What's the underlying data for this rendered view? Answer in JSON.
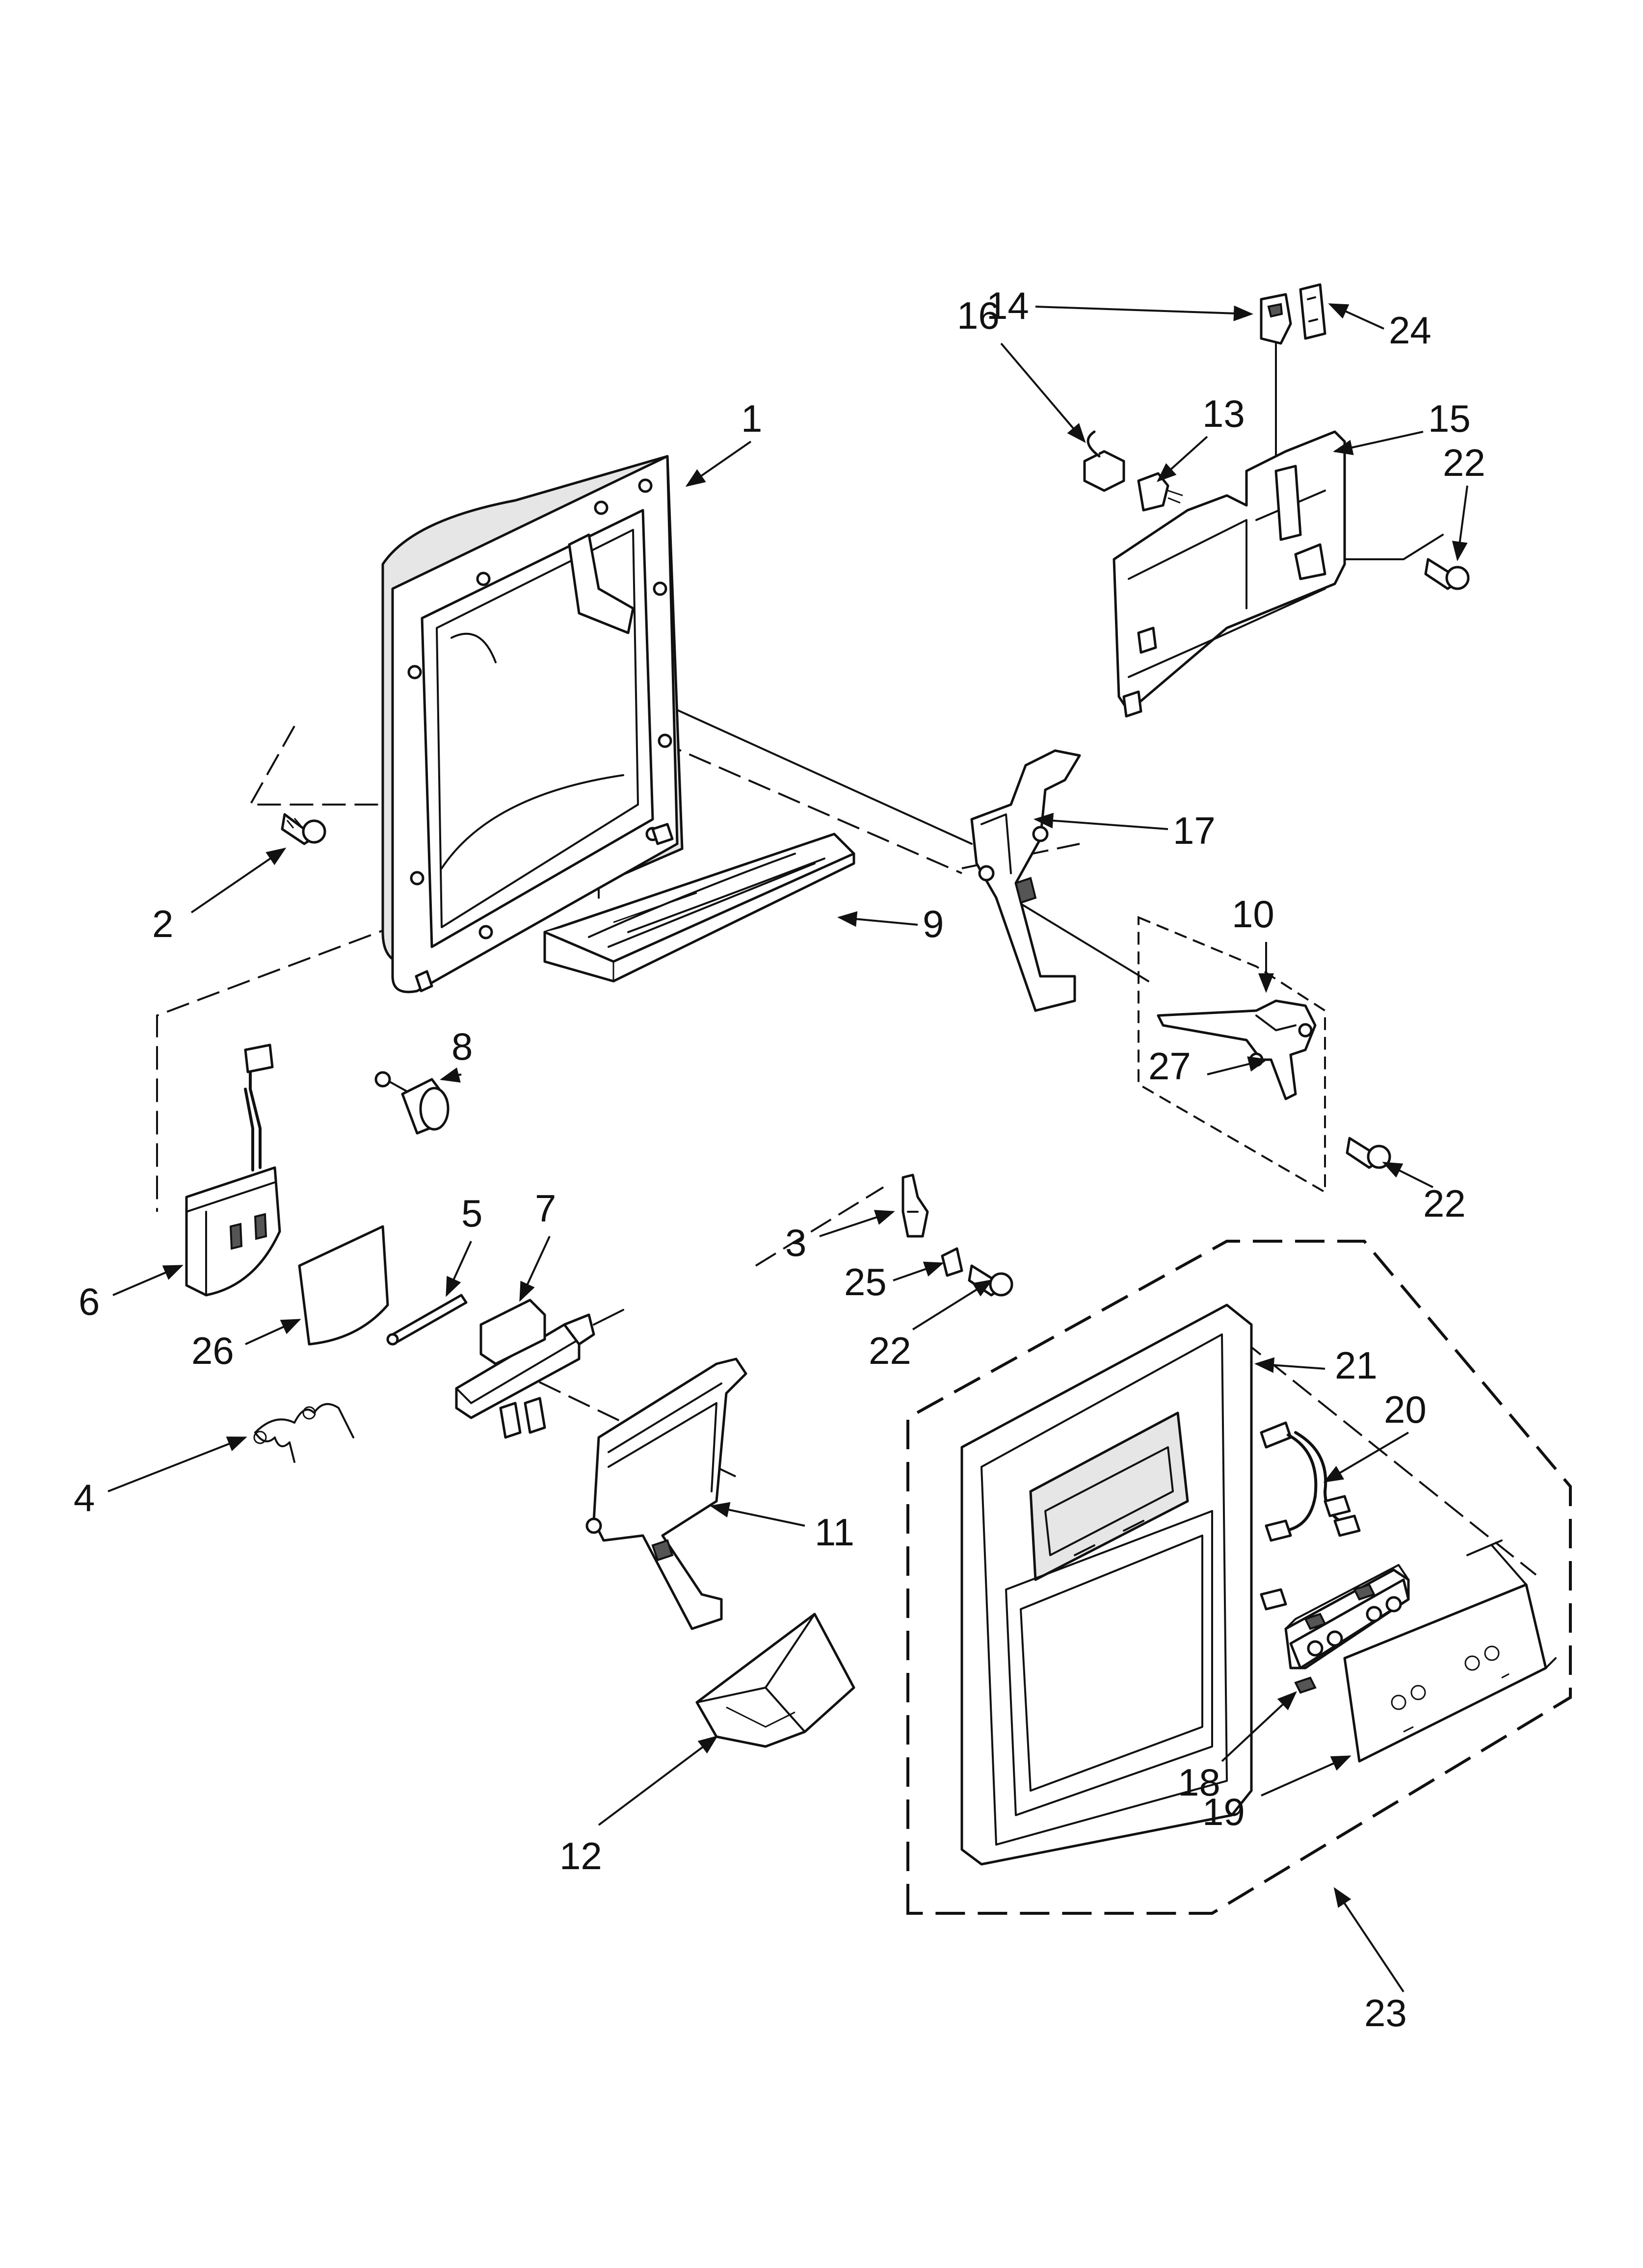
{
  "callouts": [
    {
      "id": "p1",
      "label": "1"
    },
    {
      "id": "p2",
      "label": "2"
    },
    {
      "id": "p3",
      "label": "3"
    },
    {
      "id": "p4",
      "label": "4"
    },
    {
      "id": "p5",
      "label": "5"
    },
    {
      "id": "p6",
      "label": "6"
    },
    {
      "id": "p7",
      "label": "7"
    },
    {
      "id": "p8",
      "label": "8"
    },
    {
      "id": "p9",
      "label": "9"
    },
    {
      "id": "p10",
      "label": "10"
    },
    {
      "id": "p11",
      "label": "11"
    },
    {
      "id": "p12",
      "label": "12"
    },
    {
      "id": "p13",
      "label": "13"
    },
    {
      "id": "p14",
      "label": "14"
    },
    {
      "id": "p15",
      "label": "15"
    },
    {
      "id": "p16",
      "label": "16"
    },
    {
      "id": "p17",
      "label": "17"
    },
    {
      "id": "p18",
      "label": "18"
    },
    {
      "id": "p19",
      "label": "19"
    },
    {
      "id": "p20",
      "label": "20"
    },
    {
      "id": "p21",
      "label": "21"
    },
    {
      "id": "p22a",
      "label": "22"
    },
    {
      "id": "p22b",
      "label": "22"
    },
    {
      "id": "p22c",
      "label": "22"
    },
    {
      "id": "p23",
      "label": "23"
    },
    {
      "id": "p24",
      "label": "24"
    },
    {
      "id": "p25",
      "label": "25"
    },
    {
      "id": "p26",
      "label": "26"
    },
    {
      "id": "p27",
      "label": "27"
    }
  ]
}
